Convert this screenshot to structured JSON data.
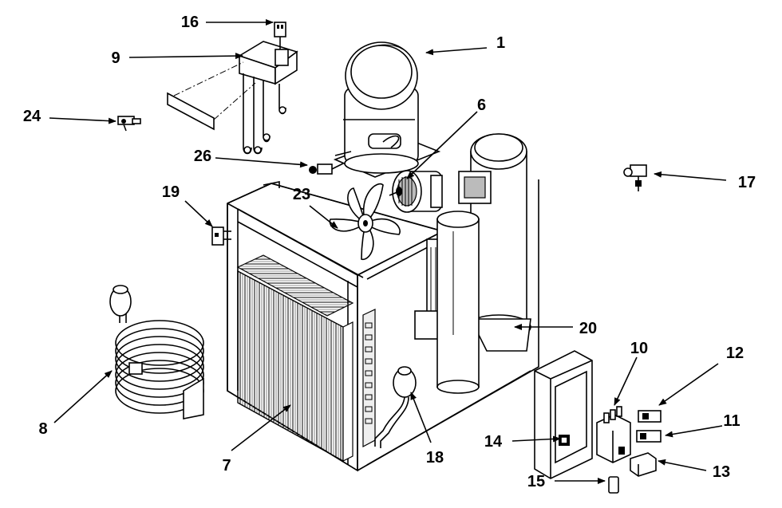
{
  "callouts": {
    "c1": "1",
    "c6": "6",
    "c7": "7",
    "c8": "8",
    "c9": "9",
    "c10": "10",
    "c11": "11",
    "c12": "12",
    "c13": "13",
    "c14": "14",
    "c15": "15",
    "c16": "16",
    "c17": "17",
    "c18": "18",
    "c19": "19",
    "c20": "20",
    "c23": "23",
    "c24": "24",
    "c26": "26"
  }
}
